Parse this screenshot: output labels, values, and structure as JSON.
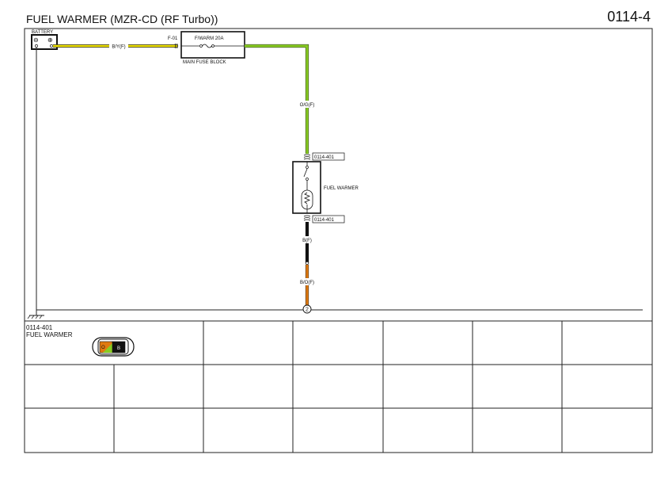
{
  "header": {
    "title": "FUEL WARMER (MZR-CD (RF Turbo))",
    "page_number": "0114-4"
  },
  "battery": {
    "label": "BATTERY",
    "neg_symbol": "⊖",
    "pos_symbol": "⊕"
  },
  "wires": {
    "battery_to_fuse": "B/Y(F)",
    "fuse_to_warmer": "O/G(F)",
    "warmer_out_black": "B(F)",
    "warmer_out_orange": "B/O(F)"
  },
  "fuse": {
    "connector": "F-01",
    "name": "F/WARM 20A",
    "block_label": "MAIN FUSE BLOCK"
  },
  "fuel_warmer": {
    "label": "FUEL WARMER",
    "connector_top": "0114-401",
    "connector_bottom": "0114-401"
  },
  "splice": {
    "number": "2"
  },
  "connector_table": {
    "code": "0114-401",
    "name": "FUEL WARMER",
    "pin_left": "O",
    "pin_right": "B"
  },
  "colors": {
    "yellow_wire": "#f2e500",
    "green_wire": "#88cc22",
    "black_wire": "#111111",
    "orange_wire": "#e07a10",
    "line": "#222222"
  }
}
